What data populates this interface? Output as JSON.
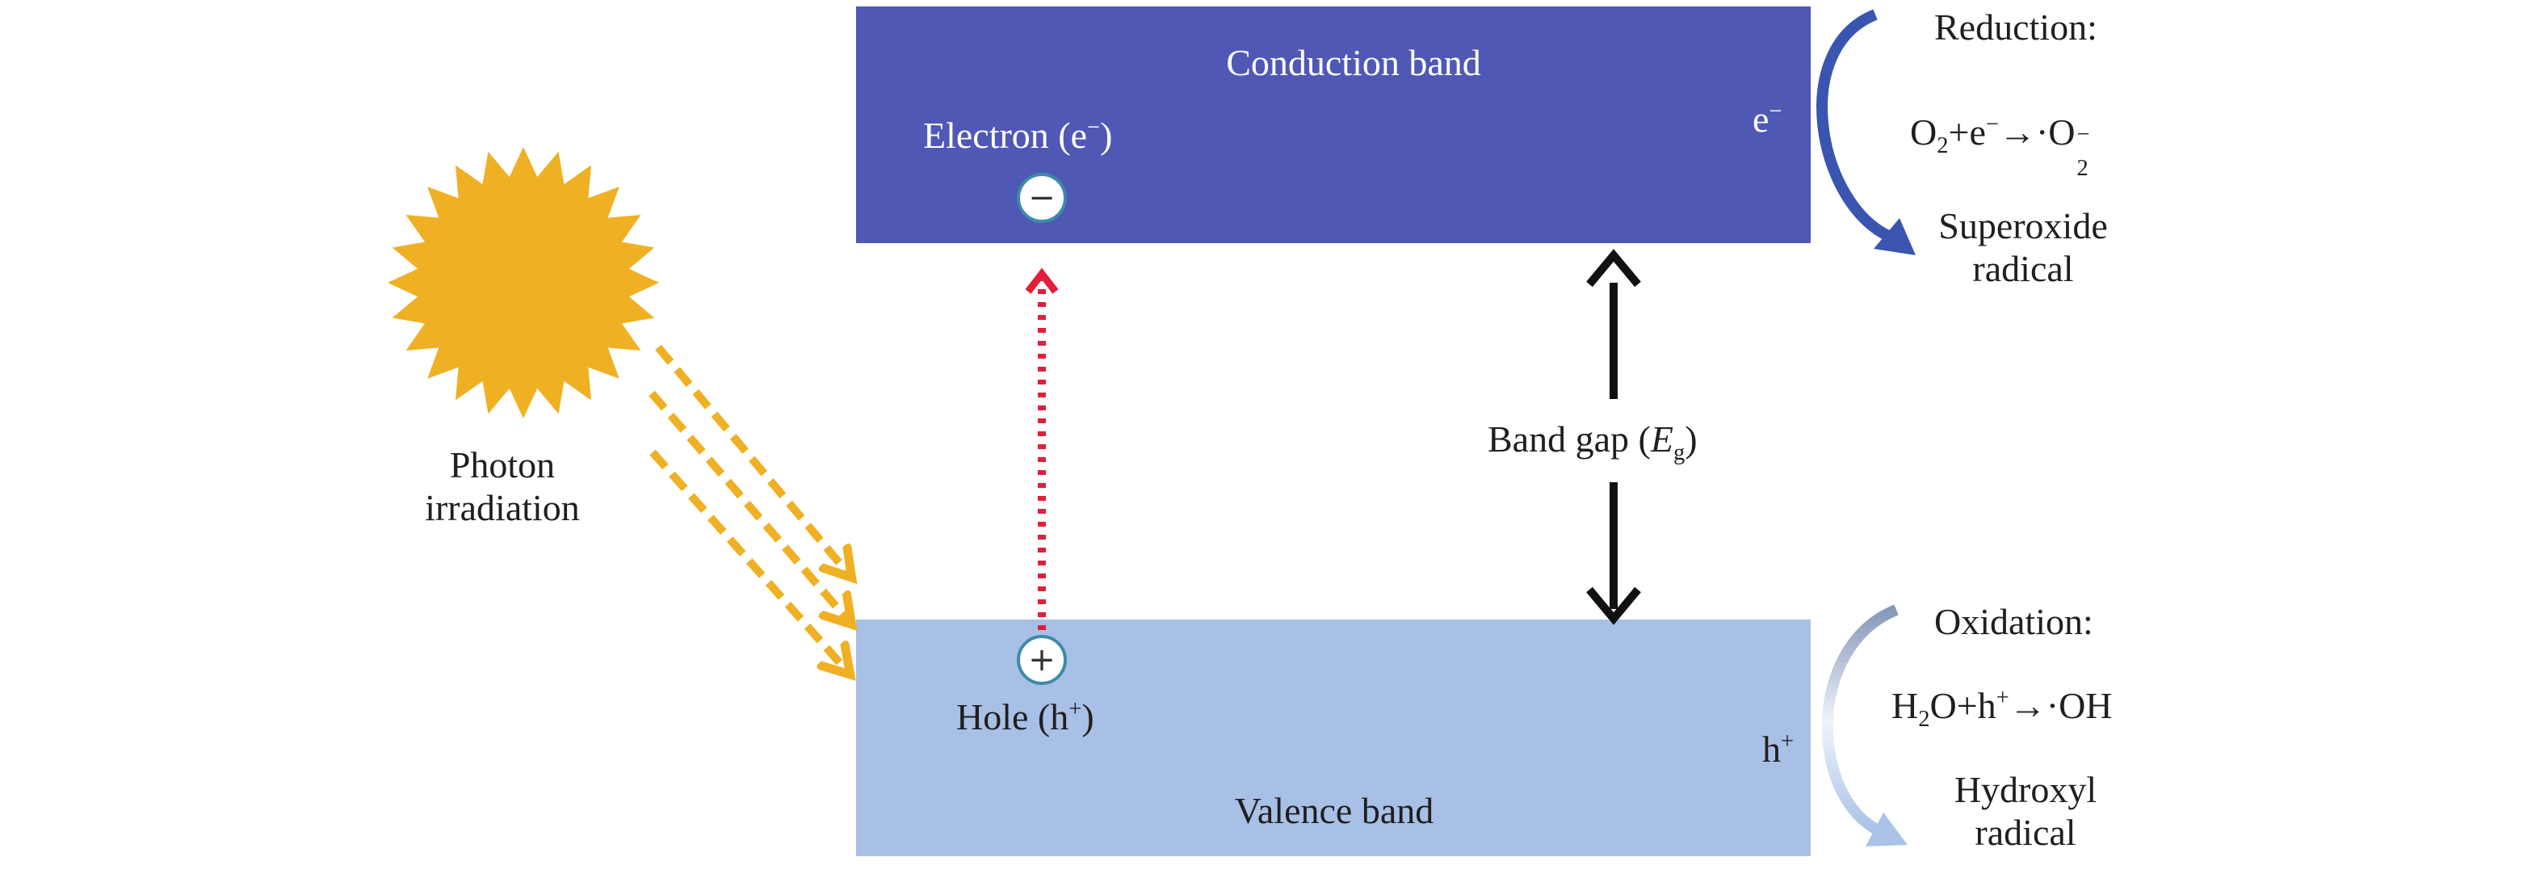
{
  "conduction_band": {
    "label": "Conduction band",
    "carrier": "e",
    "carrier_sup": "−"
  },
  "electron": {
    "label_prefix": "Electron (e",
    "label_sup": "−",
    "label_suffix": ")",
    "symbol": "−"
  },
  "valence_band": {
    "label": "Valence band",
    "carrier": "h",
    "carrier_sup": "+"
  },
  "hole": {
    "label_prefix": "Hole (h",
    "label_sup": "+",
    "label_suffix": ")",
    "symbol": "+"
  },
  "photon": {
    "line1": "Photon",
    "line2": "irradiation"
  },
  "band_gap": {
    "prefix": "Band gap (",
    "var": "E",
    "var_sub": "g",
    "suffix": ")"
  },
  "reduction": {
    "title": "Reduction:",
    "eq": {
      "o": "O",
      "s1": "2",
      "plus": "+e",
      "sup1": "−",
      "arrow": "→·O",
      "s2": "2",
      "sup2": "−"
    },
    "product_line1": "Superoxide",
    "product_line2": "radical"
  },
  "oxidation": {
    "title": "Oxidation:",
    "eq": {
      "h": "H",
      "s1": "2",
      "o": "O+h",
      "sup1": "+",
      "arrow": "→·OH"
    },
    "product_line1": "Hydroxyl",
    "product_line2": "radical"
  },
  "colors": {
    "conduction_band": "#4f58b5",
    "valence_band": "#a8c0e6",
    "sun": "#f0b023",
    "photon_arrows": "#f0b023",
    "excitation_arrow": "#e0203a",
    "reduction_arrow": "#3a55b0",
    "oxidation_arrow": "#9fb4d8"
  }
}
